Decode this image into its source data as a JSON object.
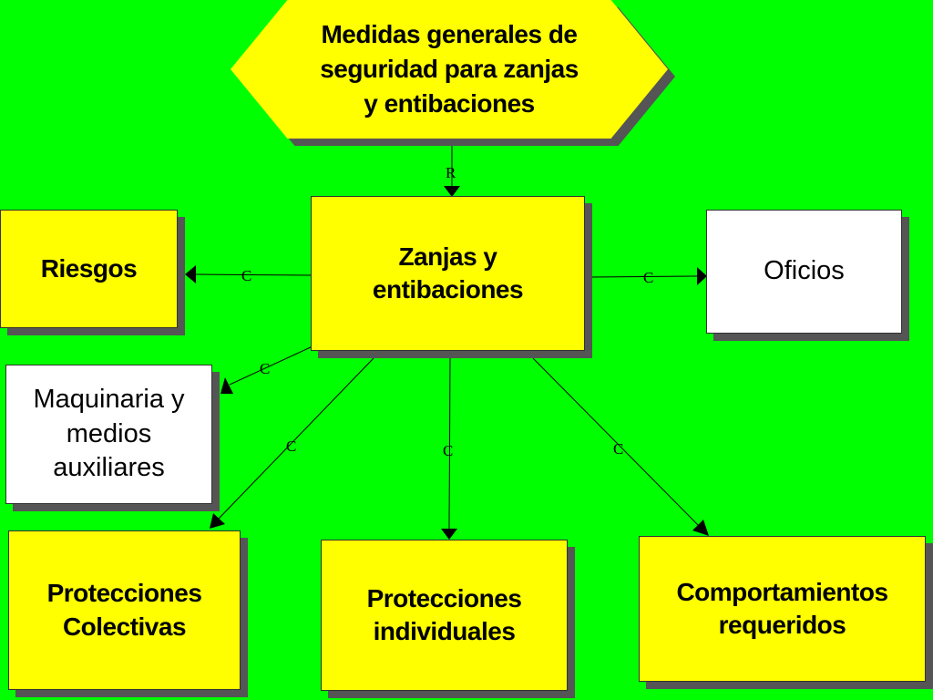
{
  "colors": {
    "background": "#00ff00",
    "node_yellow": "#ffff00",
    "node_white": "#ffffff",
    "shadow": "#555555"
  },
  "nodes": {
    "root": "Medidas generales de\nseguridad para zanjas\ny entibaciones",
    "center": "Zanjas y\nentibaciones",
    "riesgos": "Riesgos",
    "oficios": "Oficios",
    "maquinaria": "Maquinaria y\nmedios\nauxiliares",
    "colectivas": "Protecciones\nColectivas",
    "individuales": "Protecciones\nindividuales",
    "comportamientos": "Comportamientos\nrequeridos"
  },
  "edges": [
    {
      "id": "root-to-center",
      "label": "R"
    },
    {
      "id": "center-to-riesgos",
      "label": "C"
    },
    {
      "id": "center-to-oficios",
      "label": "C"
    },
    {
      "id": "center-to-maquinaria",
      "label": "C"
    },
    {
      "id": "center-to-colectivas",
      "label": "C"
    },
    {
      "id": "center-to-individuales",
      "label": "C"
    },
    {
      "id": "center-to-comportamientos",
      "label": "C"
    }
  ]
}
